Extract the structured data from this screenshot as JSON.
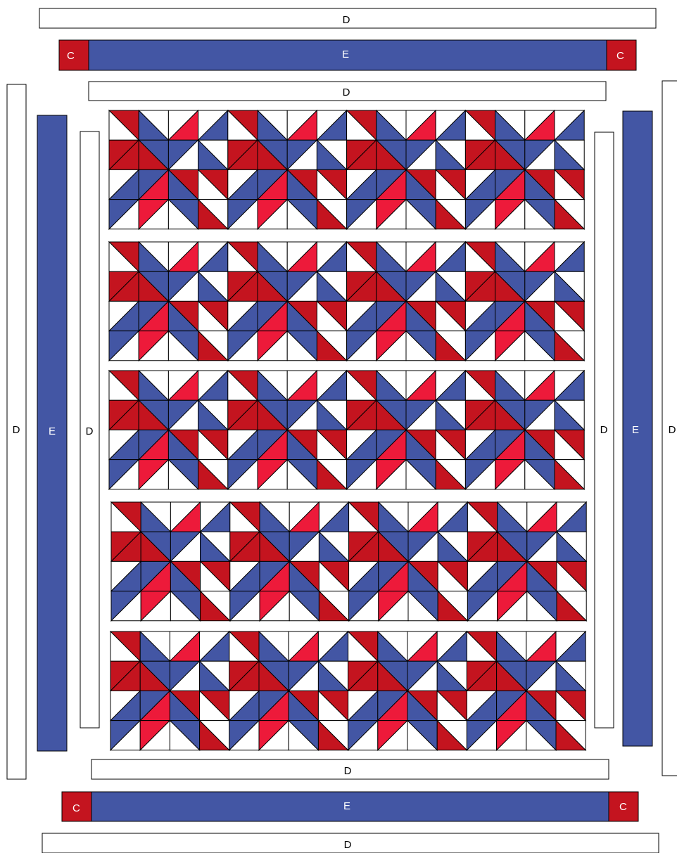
{
  "colors": {
    "white": "#ffffff",
    "blue": "#4356a4",
    "red": "#c4141f",
    "bright_red": "#ed1a3a",
    "outline": "#000000"
  },
  "strip_labels": {
    "top_outer": "D",
    "top_middle": "E",
    "top_inner": "D",
    "left_outer": "D",
    "left_middle": "E",
    "left_inner": "D",
    "right_inner": "D",
    "right_middle": "E",
    "right_outer": "D",
    "bottom_inner": "D",
    "bottom_middle": "E",
    "bottom_outer": "D"
  },
  "corner_labels": {
    "top_left": "C",
    "top_right": "C",
    "bottom_left": "C",
    "bottom_right": "C"
  },
  "quilt_center": {
    "block_rows": 5,
    "blocks_per_row": 4,
    "cells_per_block_side": 4,
    "block_pattern": [
      [
        "red-tl",
        "blue-tr",
        "red-tr",
        "blue-tr"
      ],
      [
        "red-br",
        "blue-br",
        "white-tl-red",
        "blue-bl"
      ],
      [
        "blue-tl",
        "red-tr",
        "blue-tr",
        "red-tr"
      ],
      [
        "blue-br",
        "red-bl",
        "blue-br",
        "white-bl"
      ]
    ]
  }
}
